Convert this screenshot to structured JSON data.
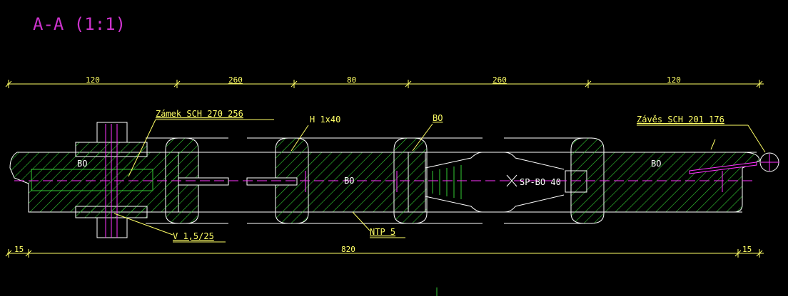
{
  "title": "A-A (1:1)",
  "dimensions": {
    "top": [
      "120",
      "260",
      "80",
      "260",
      "120"
    ],
    "bottom_left": "15",
    "bottom_main": "820",
    "bottom_right": "15"
  },
  "labels": {
    "zamek": "Zámek SCH 270 256",
    "h": "H 1x40",
    "bo_top": "BO",
    "zaves": "Závěs SCH 201 176",
    "bo_left": "BO",
    "bo_mid": "BO",
    "bo_right": "BO",
    "spbo": "SP-BO 40",
    "v": "V 1,5/25",
    "ntp": "NTP 5"
  },
  "colors": {
    "background": "#000000",
    "dimension": "#ffff66",
    "outline": "#ffffff",
    "hatch": "#33cc33",
    "accent": "#ff33ff",
    "leader": "#ffff33"
  }
}
